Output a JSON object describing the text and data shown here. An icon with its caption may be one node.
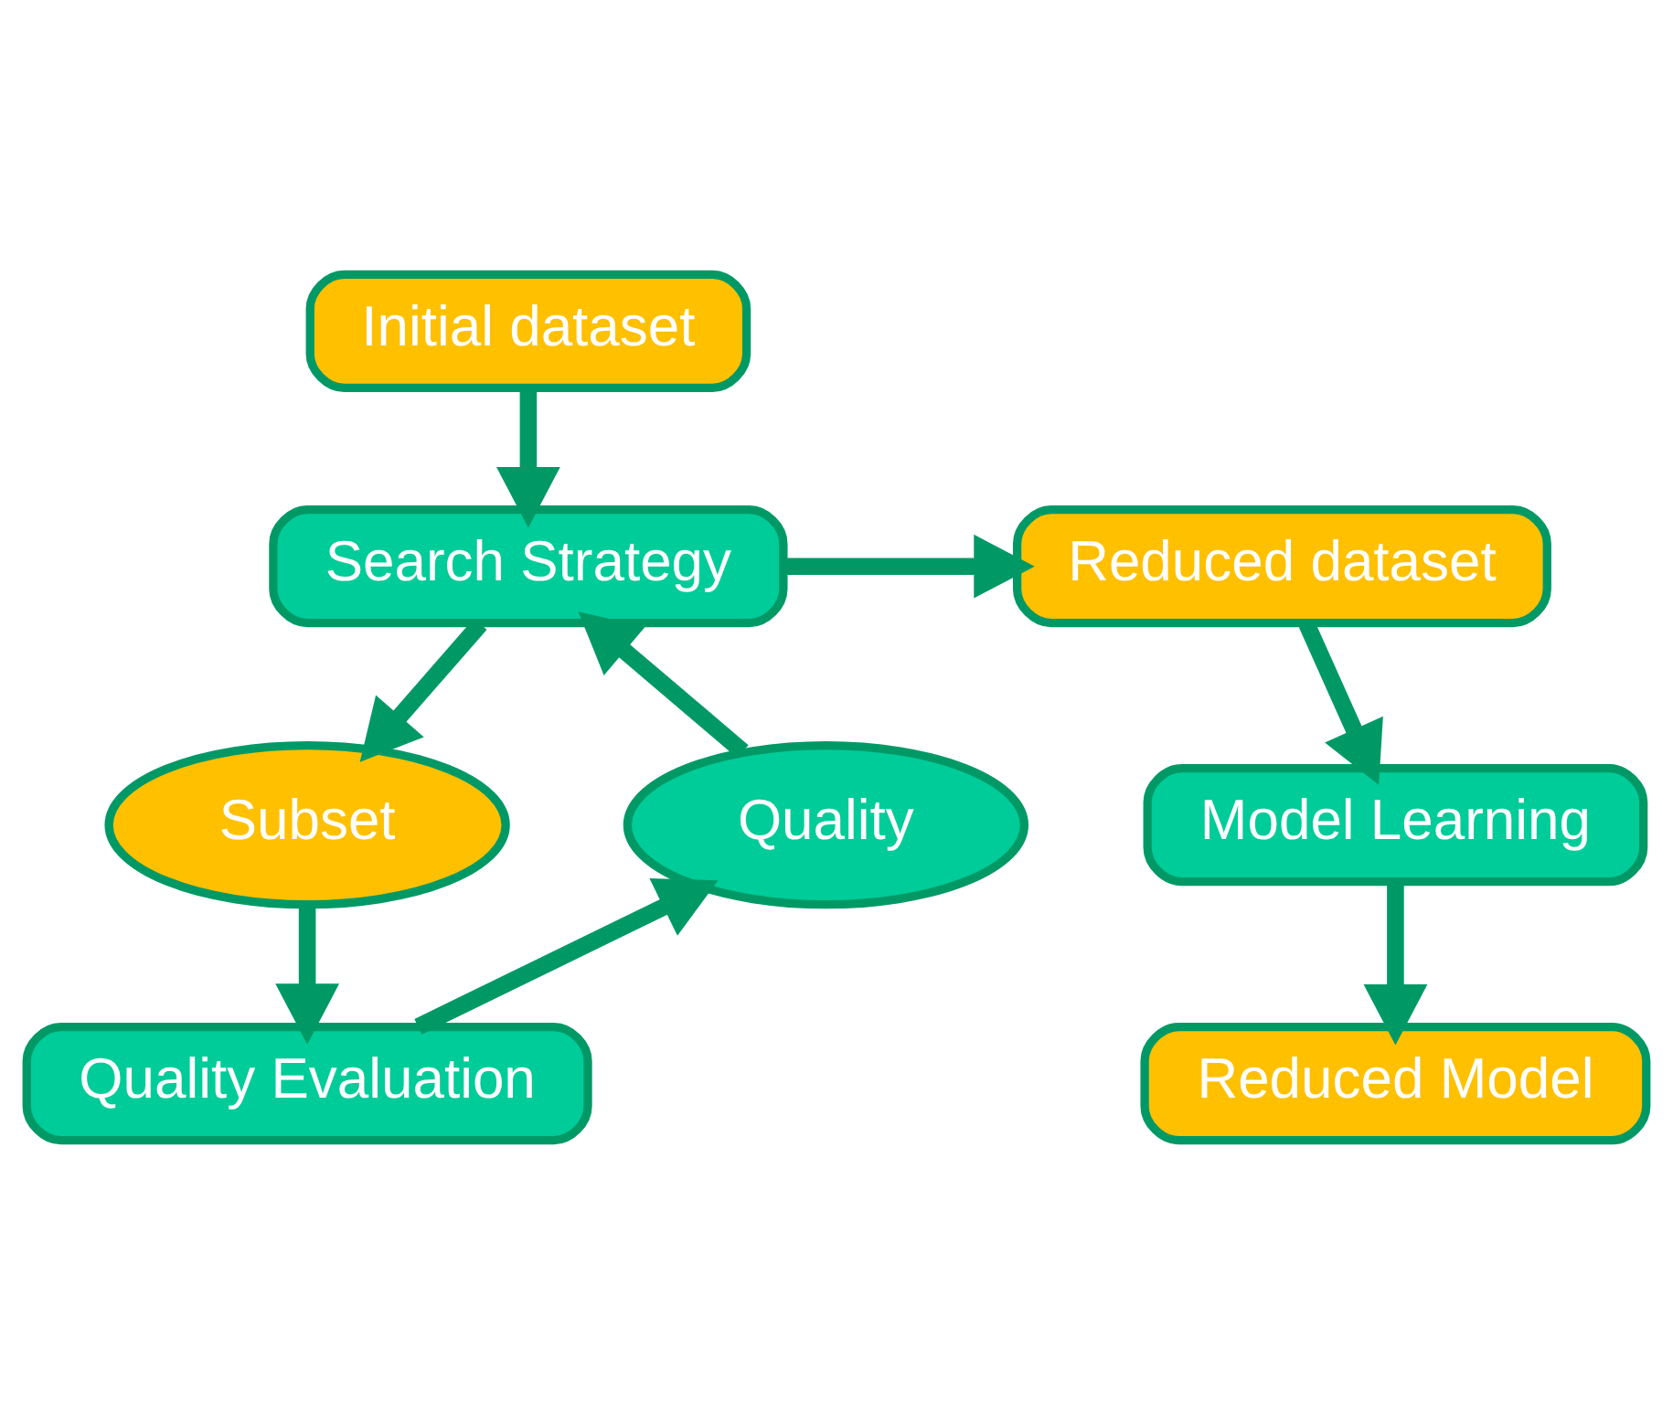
{
  "diagram": {
    "nodes": [
      {
        "text": [
          "Initial dataset"
        ]
      },
      {
        "text": [
          "Search Strategy"
        ]
      },
      {
        "text": [
          "Reduced dataset"
        ]
      },
      {
        "text": [
          "Subset"
        ]
      },
      {
        "text": [
          "Quality"
        ]
      },
      {
        "text": [
          "Model Learning"
        ]
      },
      {
        "text": [
          "Quality Evaluation"
        ]
      },
      {
        "text": [
          "Reduced Model"
        ]
      }
    ],
    "edges": [
      {
        "from": 0,
        "to": 1,
        "arrow": "to"
      },
      {
        "from": 1,
        "to": 2,
        "arrow": "to"
      },
      {
        "from": 1,
        "to": 3,
        "arrow": "to"
      },
      {
        "from": 4,
        "to": 1,
        "arrow": "to"
      },
      {
        "from": 3,
        "to": 6,
        "arrow": "to"
      },
      {
        "from": 6,
        "to": 4,
        "arrow": "to"
      },
      {
        "from": 2,
        "to": 5,
        "arrow": "to"
      },
      {
        "from": 5,
        "to": 7,
        "arrow": "to"
      }
    ]
  }
}
